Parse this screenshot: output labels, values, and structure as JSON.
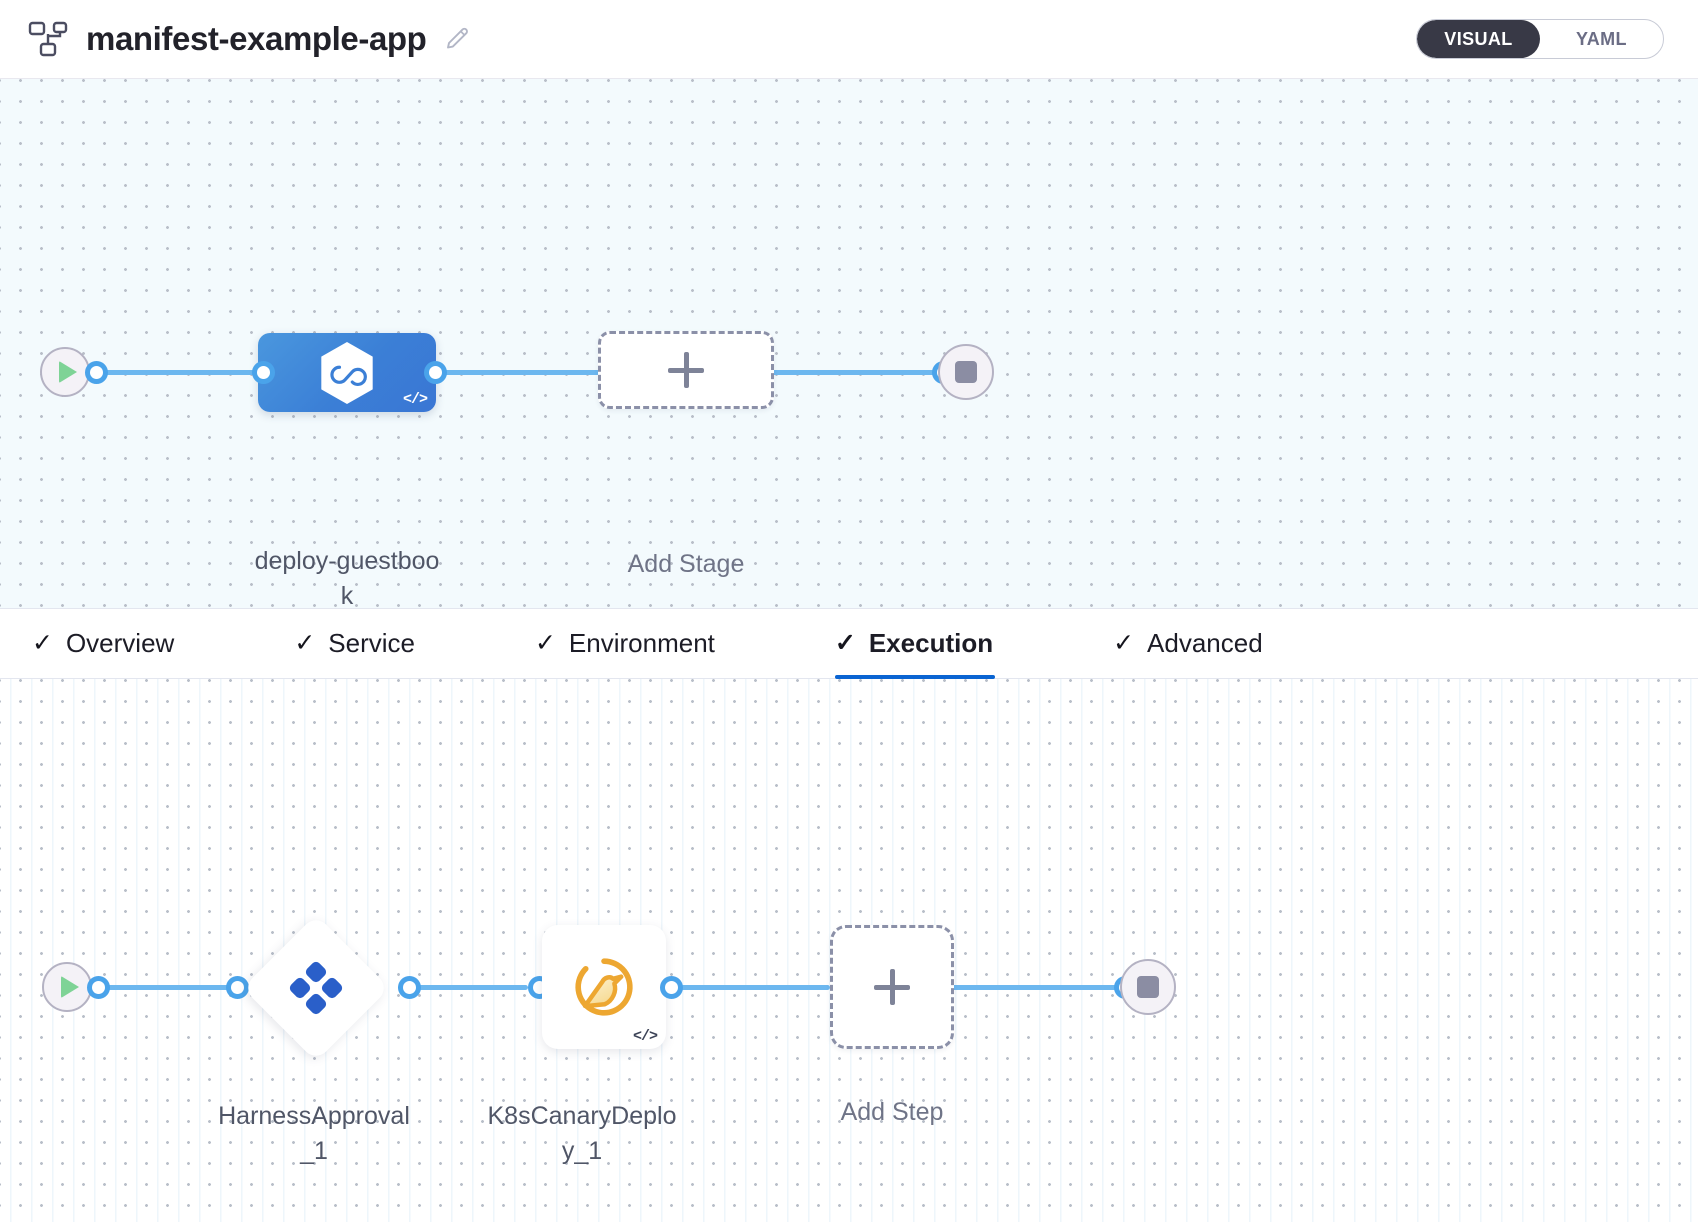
{
  "header": {
    "pipeline_icon": "pipeline-tree-icon",
    "title": "manifest-example-app",
    "edit_icon": "edit-pencil-icon",
    "mode_toggle": {
      "visual_label": "VISUAL",
      "yaml_label": "YAML",
      "selected": "VISUAL",
      "active_bg": "#383946",
      "active_fg": "#ffffff"
    }
  },
  "tabs": [
    {
      "label": "Overview",
      "check": "✓",
      "active": false
    },
    {
      "label": "Service",
      "check": "✓",
      "active": false
    },
    {
      "label": "Environment",
      "check": "✓",
      "active": false
    },
    {
      "label": "Execution",
      "check": "✓",
      "active": true
    },
    {
      "label": "Advanced",
      "check": "✓",
      "active": false
    }
  ],
  "stage_canvas": {
    "start_node": {
      "icon": "play-icon",
      "color": "#7ed396"
    },
    "end_node": {
      "icon": "stop-square-icon",
      "color": "#8b8da3"
    },
    "stage": {
      "label": "deploy-guestbook",
      "icon": "harness-deployment-hexagon-icon",
      "code_badge": "</>",
      "color": "#3b7fd6"
    },
    "add_stage": {
      "label": "Add Stage",
      "icon": "plus-icon"
    }
  },
  "execution_canvas": {
    "start_node": {
      "icon": "play-icon",
      "color": "#7ed396"
    },
    "end_node": {
      "icon": "stop-square-icon",
      "color": "#8b8da3"
    },
    "steps": [
      {
        "label": "HarnessApproval_1",
        "shape": "diamond",
        "icon": "harness-approval-diamond-icon",
        "color": "#2a5fc9",
        "code_badge": ""
      },
      {
        "label": "K8sCanaryDeploy_1",
        "shape": "square",
        "icon": "canary-bird-icon",
        "color": "#eda731",
        "code_badge": "</>"
      }
    ],
    "add_step": {
      "label": "Add Step",
      "icon": "plus-icon"
    }
  },
  "theme": {
    "edge_color": "#6cb7ef",
    "dot_border": "#4aa3ea",
    "canvas_top_bg": "#f3fafd",
    "canvas_bottom_bg": "#ffffff",
    "active_tab_underline": "#0a64d2"
  }
}
